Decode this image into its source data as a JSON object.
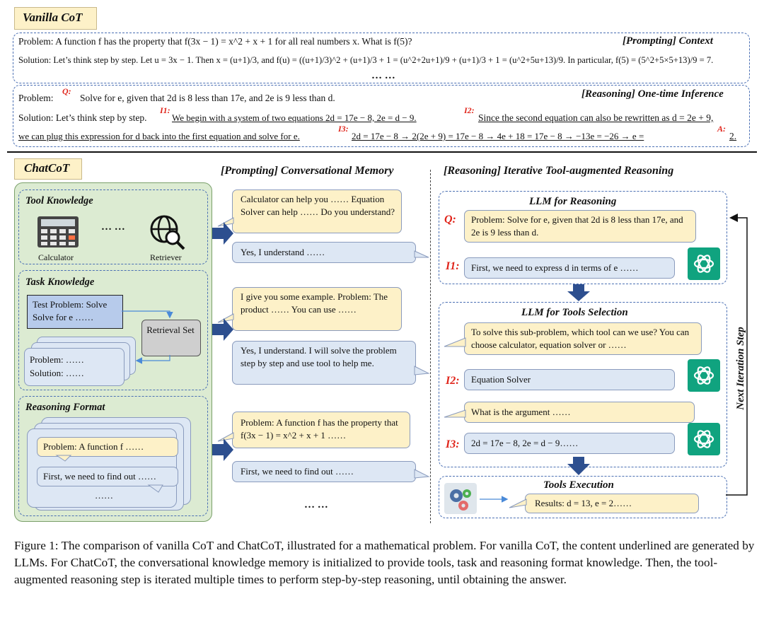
{
  "vanilla": {
    "title": "Vanilla CoT",
    "context_label": "[Prompting] Context",
    "problem1": "Problem: A function f has the property that f(3x − 1) = x^2 + x + 1 for all real numbers x.  What is f(5)?",
    "solution1": "Solution: Let’s think step by step. Let u = 3x − 1.  Then x = (u+1)/3, and f(u) = ((u+1)/3)^2 + (u+1)/3 + 1 = (u^2+2u+1)/9 + (u+1)/3 + 1 = (u^2+5u+13)/9. In particular, f(5) = (5^2+5×5+13)/9 = 7.",
    "dots": "…  …",
    "inference_label": "[Reasoning] One-time Inference",
    "problem2_prefix": "Problem:",
    "q_marker": "Q:",
    "problem2": "Solve for e, given that 2d is 8 less than 17e, and 2e is 9 less than d.",
    "solution2_prefix": "Solution: Let’s think step by step.",
    "i1": "I1:",
    "sol_part1": "We begin with a system of two equations 2d = 17e − 8, 2e = d − 9.",
    "i2": "I2:",
    "sol_part2": "Since the second equation can also be rewritten as d = 2e + 9,",
    "sol_part3": "we can plug this expression for d back into the first equation and solve for e.",
    "i3": "I3:",
    "sol_part4": "2d = 17e − 8 → 2(2e + 9) = 17e − 8 → 4e + 18 = 17e − 8 → −13e = −26 → e =",
    "a_marker": "A:",
    "answer": "2."
  },
  "chatcot": {
    "title": "ChatCoT",
    "tool_knowledge": "Tool Knowledge",
    "calculator": "Calculator",
    "retriever": "Retriever",
    "tool_dots": "… …",
    "task_knowledge": "Task Knowledge",
    "test_problem": "Test Problem: Solve Solve for e ……",
    "retrieval_set": "Retrieval Set",
    "problem_stack": "Problem: ……",
    "solution_stack": "Solution:  ……",
    "reasoning_format": "Reasoning Format",
    "rf_problem": "Problem: A function f ……",
    "rf_first": "First, we need to find out ……",
    "rf_dots": "……"
  },
  "memory": {
    "title": "[Prompting] Conversational Memory",
    "m1": "Calculator can help you …… Equation Solver can help …… Do you understand?",
    "m2": "Yes, I understand ……",
    "m3": "I give you some example. Problem: The product …… You can use ……",
    "m4": "Yes, I understand. I will solve the problem step by step and use tool to help me.",
    "m5": "Problem: A function f has the property that f(3x − 1) = x^2 + x + 1 ……",
    "m6": "First, we need to find out ……",
    "dots": "… …"
  },
  "reasoning": {
    "title": "[Reasoning] Iterative Tool-augmented Reasoning",
    "llm_reasoning": "LLM for Reasoning",
    "q": "Q:",
    "q_text": "Problem: Solve for e, given that 2d is 8 less than 17e, and 2e is 9 less than d.",
    "i1": "I1:",
    "i1_text": "First, we need to express d in terms of e ……",
    "llm_tools": "LLM for Tools Selection",
    "select_q": "To solve this sub-problem, which tool can we use? You can choose calculator, equation solver or ……",
    "i2": "I2:",
    "i2_text": "Equation Solver",
    "arg_q": "What is the argument ……",
    "i3": "I3:",
    "i3_text": "2d = 17e − 8, 2e = d − 9……",
    "tools_exec": "Tools Execution",
    "results": "Results: d = 13, e = 2……",
    "next_iter": "Next Iteration Step"
  },
  "caption": "Figure 1: The comparison of vanilla CoT and ChatCoT, illustrated for a mathematical problem. For vanilla CoT, the content underlined are generated by LLMs. For ChatCoT, the conversational knowledge memory is initialized to provide tools, task and reasoning format knowledge. Then, the tool-augmented reasoning step is iterated multiple times to perform step-by-step reasoning, until obtaining the answer.",
  "colors": {
    "yellow": "#fdf1c8",
    "blue": "#dde7f4",
    "green": "#dcebd2",
    "arrow": "#2d4f8f",
    "red": "#e0251b",
    "gpt": "#10a37f"
  }
}
